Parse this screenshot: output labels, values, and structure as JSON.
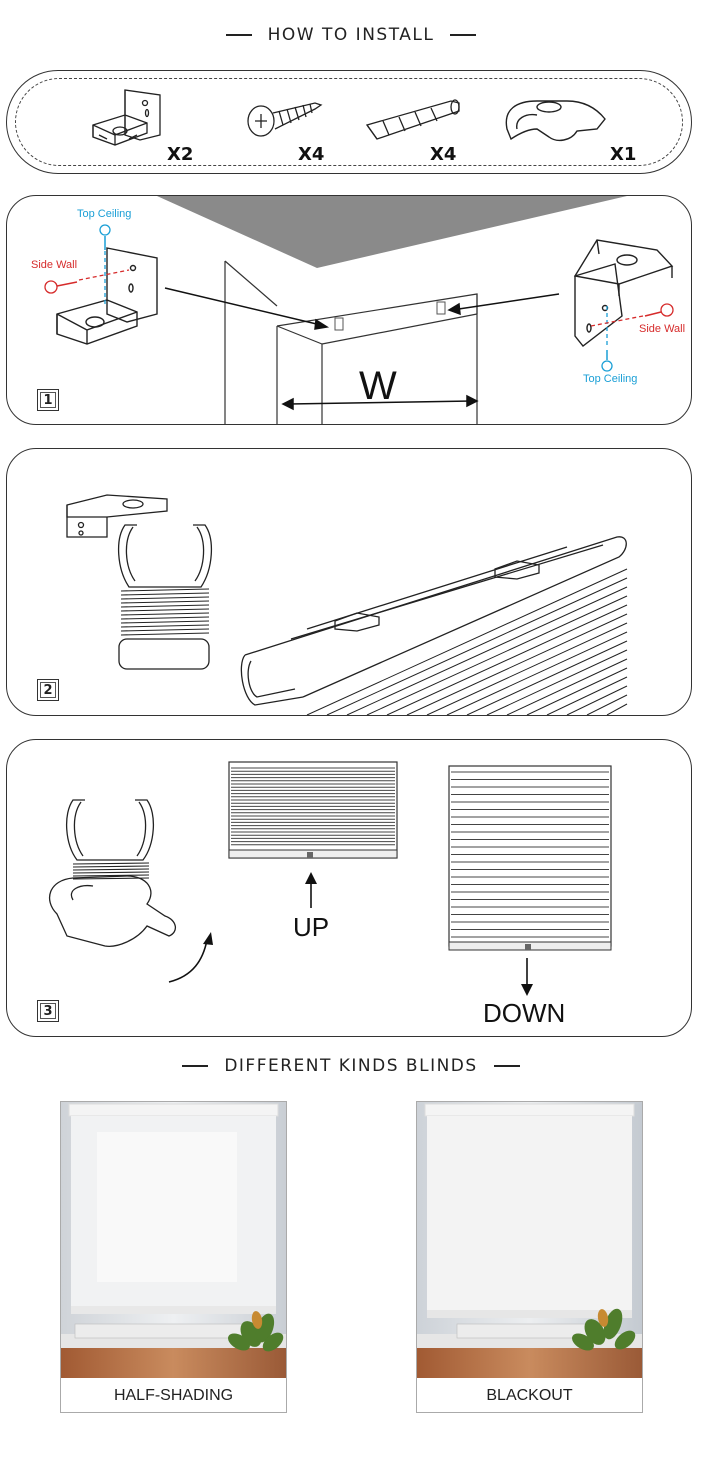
{
  "install": {
    "title": "HOW TO INSTALL",
    "parts": [
      {
        "name": "bracket",
        "qty": "X2"
      },
      {
        "name": "screw",
        "qty": "X4"
      },
      {
        "name": "wall-anchor",
        "qty": "X4"
      },
      {
        "name": "valance-clip",
        "qty": "X1"
      }
    ]
  },
  "step1": {
    "badge": "1",
    "top_ceiling_left": "Top Ceiling",
    "side_wall_left": "Side Wall",
    "top_ceiling_right": "Top Ceiling",
    "side_wall_right": "Side Wall",
    "width_label": "W"
  },
  "step2": {
    "badge": "2"
  },
  "step3": {
    "badge": "3",
    "up_label": "UP",
    "down_label": "DOWN"
  },
  "kinds": {
    "title": "DIFFERENT KINDS BLINDS",
    "items": [
      {
        "label": "HALF-SHADING"
      },
      {
        "label": "BLACKOUT"
      }
    ]
  },
  "colors": {
    "ceiling_blue": "#1a9fd6",
    "wall_red": "#d62b2b",
    "outline": "#333333",
    "ceiling_grey": "#8a8a8a"
  }
}
